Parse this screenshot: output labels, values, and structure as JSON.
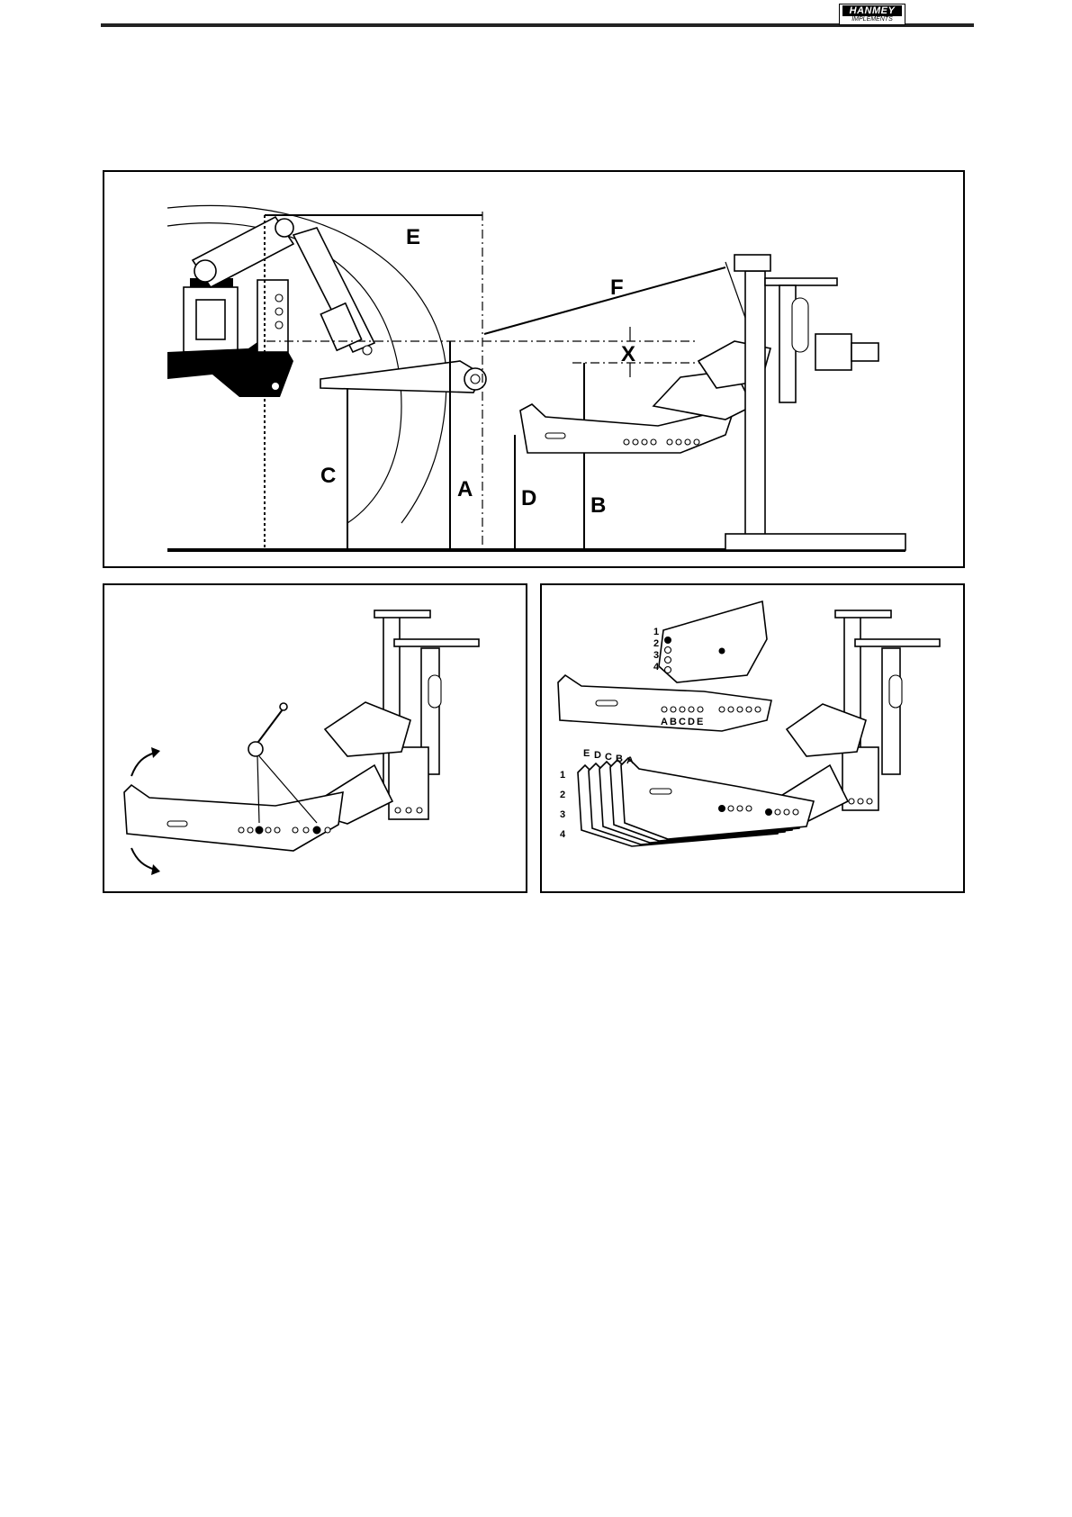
{
  "header": {
    "brand": "HANMEY",
    "brand_sub": "IMPLEMENTS"
  },
  "figure_main": {
    "labels": {
      "a": "A",
      "b": "B",
      "c": "C",
      "d": "D",
      "e": "E",
      "f": "F",
      "x": "X"
    }
  },
  "figure_right": {
    "hole_numbers": [
      "1",
      "2",
      "3",
      "4"
    ],
    "hole_letters": [
      "A",
      "B",
      "C",
      "D",
      "E"
    ],
    "stack_letters": [
      "E",
      "D",
      "C",
      "B",
      "A"
    ],
    "stack_numbers": [
      "1",
      "2",
      "3",
      "4"
    ]
  }
}
